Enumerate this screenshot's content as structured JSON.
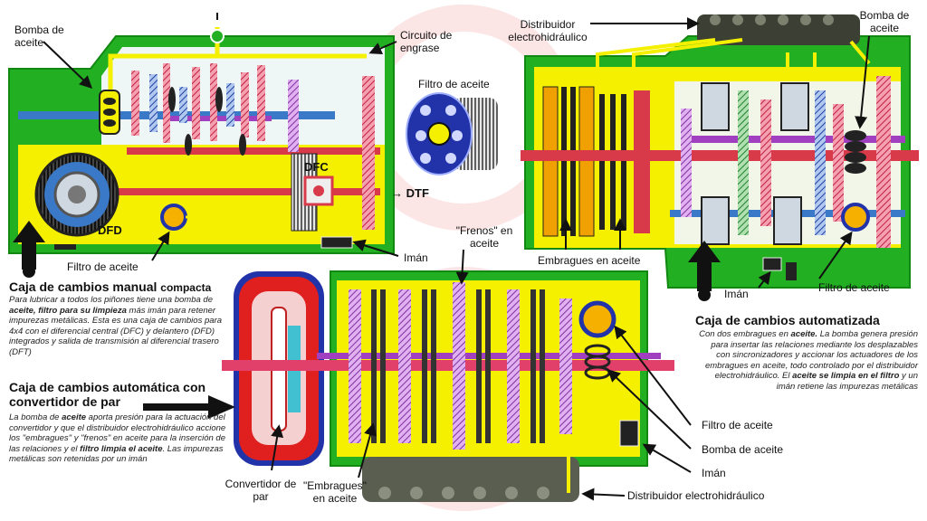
{
  "labels": {
    "manual_pump": "Bomba de aceite",
    "oil_circuit": "Circuito de engrase",
    "filter_center": "Filtro de aceite",
    "dfc": "DFC",
    "dfd": "DFD",
    "dtf": "→ DTF",
    "manual_filter": "Filtro de aceite",
    "manual_magnet": "Imán",
    "auto_distributor": "Distribuidor electrohidráulico",
    "auto_pump": "Bomba de aceite",
    "auto_clutches": "Embragues en aceite",
    "auto_magnet": "Imán",
    "auto_filter": "Filtro de aceite",
    "brakes": "\"Frenos\" en aceite",
    "converter": "Convertidor de par",
    "clutches_bottom": "\"Embragues\" en aceite",
    "bottom_filter": "Filtro de aceite",
    "bottom_pump": "Bomba de aceite",
    "bottom_magnet": "Imán",
    "bottom_distributor": "Distribuidor electrohidráulico"
  },
  "manual": {
    "title_main": "Caja de cambios manual",
    "title_suffix": "compacta",
    "p1": "Para lubricar a todos los piñones tiene una bomba de ",
    "b1": "aceite, filtro para su limpieza",
    "p2": " más imán para retener impurezas metálicas. Esta es una caja de cambios para 4x4 con el diferencial central (DFC) y delantero (DFD) integrados y salida de transmisión al diferencial trasero (DFT)"
  },
  "automatic": {
    "title": "Caja de cambios automática con convertidor de par",
    "p1": "La bomba de ",
    "b1": "aceite",
    "p2": " aporta presión para la actuación del convertidor y que el distribuidor electrohidráulico accione los \"embragues\" y \"frenos\" en aceite para la inserción de las relaciones y el ",
    "b2": "filtro limpia el aceite",
    "p3": ". Las impurezas metálicas son retenidas por un imán"
  },
  "automated": {
    "title": "Caja de cambios automatizada",
    "p1": "Con dos embragues en ",
    "b1": "aceite.",
    "p2": " La bomba genera presión para insertar las relaciones mediante los desplazables con sincronizadores y accionar los actuadores de los embragues en aceite, todo controlado por  el distribuidor electrohidráulico.  El ",
    "b2": "aceite se limpia en el filtro",
    "p3": " y un imán retiene las impurezas metálicas"
  },
  "colors": {
    "housing_green": "#22b022",
    "oil_yellow": "#f5f000",
    "shaft_blue": "#3a78c8",
    "shaft_red": "#d83a4a",
    "shaft_purple": "#a040c0",
    "converter_red": "#e0201f",
    "filter_blue": "#2233aa"
  }
}
